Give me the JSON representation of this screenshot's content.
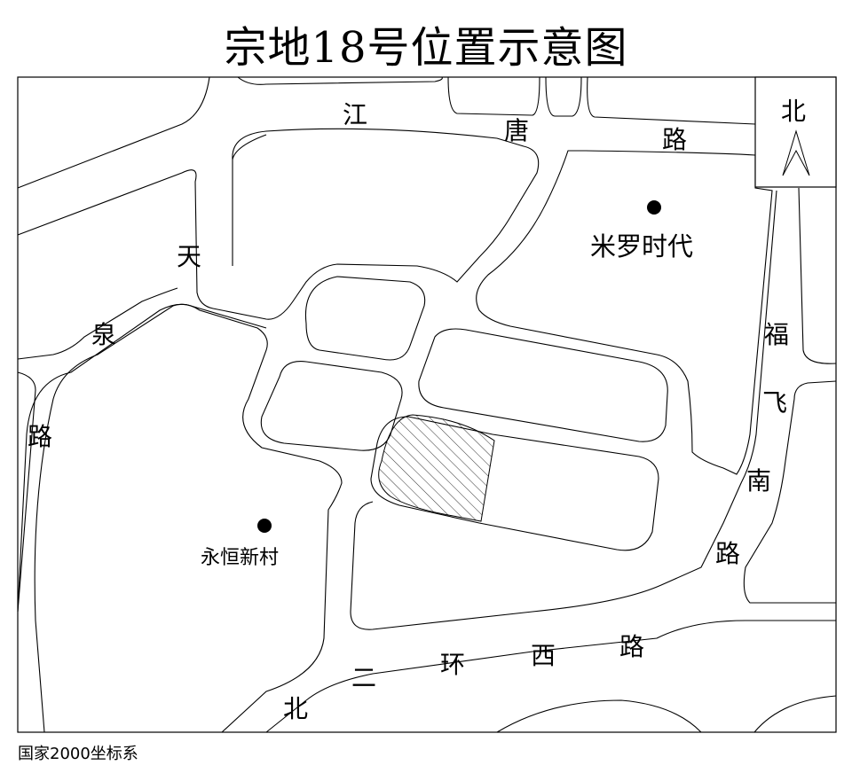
{
  "title": "宗地18号位置示意图",
  "north_label": "北",
  "roads": {
    "jiangtang": [
      "江",
      "唐",
      "路"
    ],
    "tianquan": [
      "天",
      "泉",
      "路"
    ],
    "fufeinan": [
      "福",
      "飞",
      "南",
      "路"
    ],
    "beierhuanxi": [
      "北",
      "二",
      "环",
      "西",
      "路"
    ]
  },
  "pois": [
    {
      "name": "米罗时代"
    },
    {
      "name": "永恒新村"
    }
  ],
  "footer": "国家2000坐标系"
}
